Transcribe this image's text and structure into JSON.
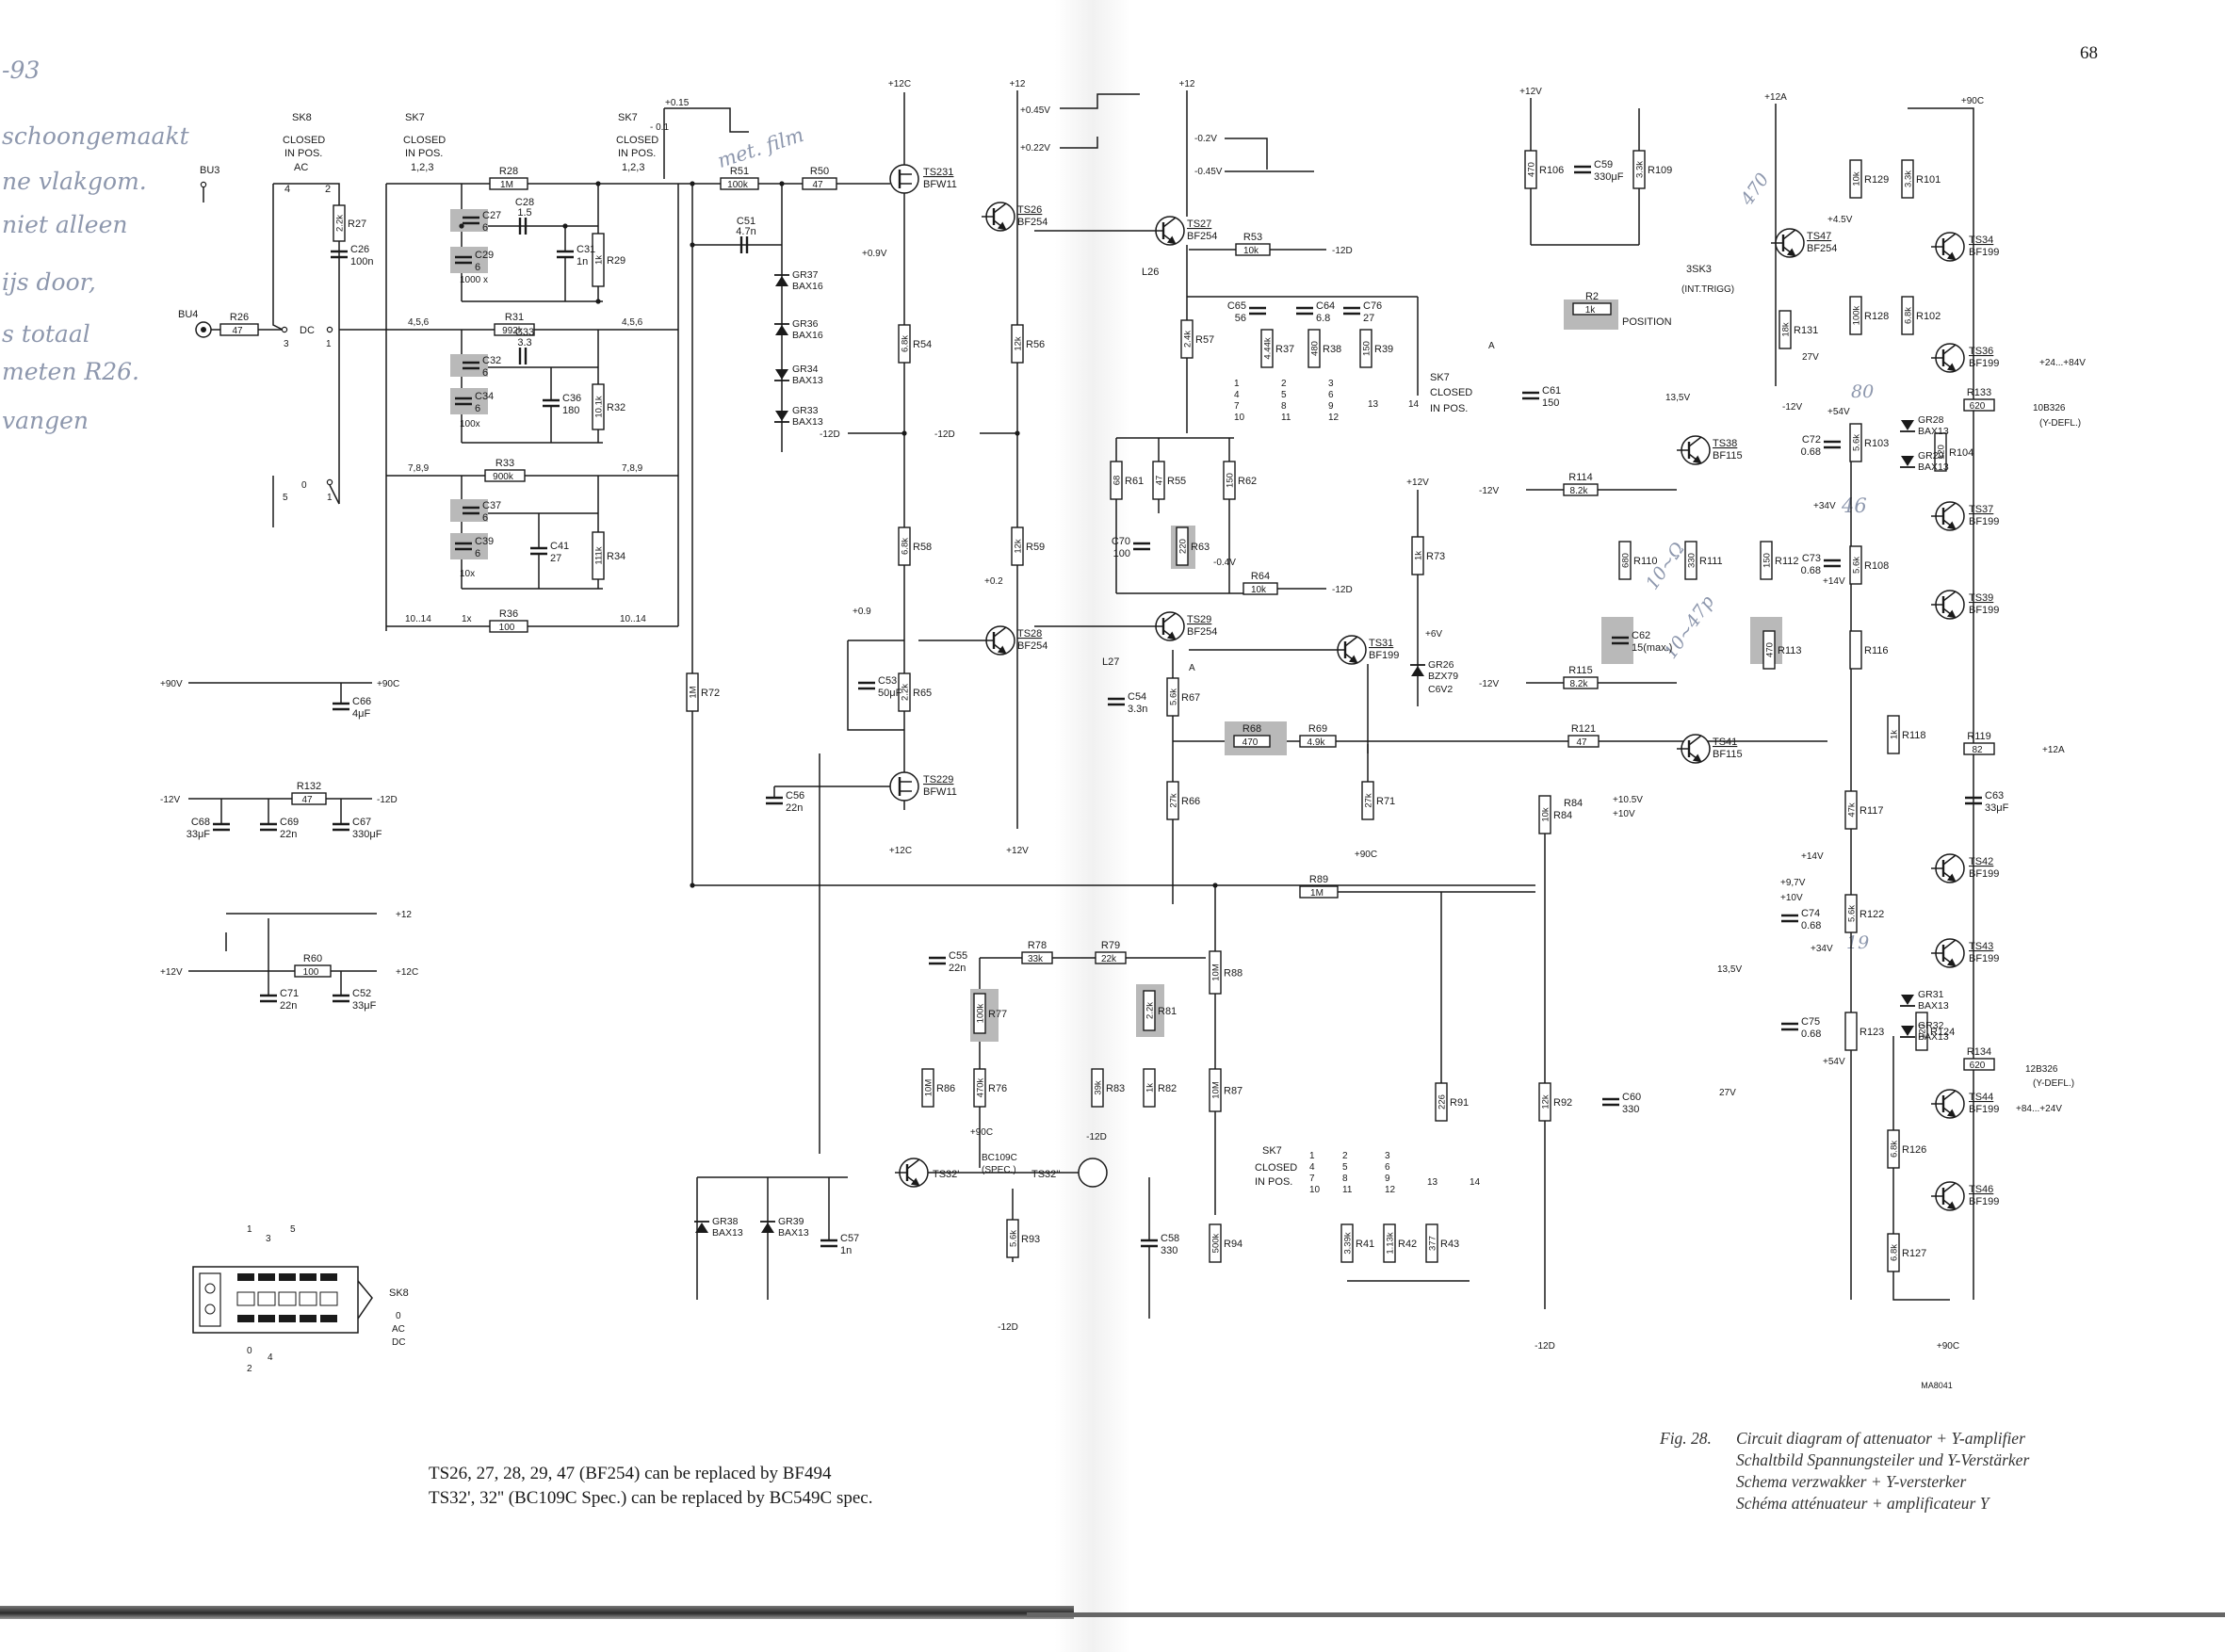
{
  "page": {
    "number": "68",
    "figure_id": "MA8041"
  },
  "notes": {
    "replacement_1": "TS26, 27, 28, 29, 47 (BF254) can be replaced by BF494",
    "replacement_2": "TS32', 32'' (BC109C Spec.) can be replaced by BC549C spec."
  },
  "caption": {
    "number": "Fig. 28.",
    "english": "Circuit diagram of attenuator + Y-amplifier",
    "german": "Schaltbild Spannungsteiler und Y-Verstärker",
    "dutch": "Schema verzwakker + Y-versterker",
    "french": "Schéma atténuateur + amplificateur Y"
  },
  "handwriting": {
    "line_1": "-93",
    "line_2": "schoongemaakt",
    "line_3": "ne vlakgom.",
    "line_4": "niet alleen",
    "line_5": "ijs door,",
    "line_6": "s totaal",
    "line_7": "meten R26.",
    "line_8": "vangen",
    "margin_1": "met. film",
    "margin_2": "470",
    "margin_3": "10~Ω",
    "margin_4": "10~47p",
    "margin_5": "46",
    "margin_6": "80",
    "margin_7": "19"
  },
  "switches": {
    "sk8": {
      "name": "SK8",
      "state": "CLOSED",
      "pos": "IN POS.",
      "mode": "AC",
      "contacts": [
        "4",
        "2"
      ],
      "dc": "DC",
      "dc_pins": [
        "3",
        "1"
      ],
      "pins_05": [
        "0",
        "5",
        "1"
      ]
    },
    "sk7a": {
      "name": "SK7",
      "state": "CLOSED",
      "pos": "IN POS.",
      "pins": "1,2,3"
    },
    "sk7b": {
      "name": "SK7",
      "state": "CLOSED",
      "pos": "IN POS.",
      "pins": "1,2,3"
    },
    "sk7c": {
      "name": "SK7",
      "state": "CLOSED",
      "pos": "IN POS."
    },
    "sk7d": {
      "name": "SK7",
      "state": "CLOSED",
      "pos": "IN POS."
    },
    "sk8_diagram": {
      "name": "SK8",
      "ac": "AC",
      "zero": "0",
      "dc": "DC",
      "pins_top": [
        "1",
        "3",
        "5"
      ],
      "pins_bottom": [
        "0",
        "4",
        "2"
      ]
    }
  },
  "attenuator": {
    "bu3": "BU3",
    "bu4": "BU4",
    "r26": "R26",
    "r26_val": "47",
    "r27": "R27",
    "r27_val": "2.2k",
    "c26": "C26",
    "c26_val": "100n",
    "r28": "R28",
    "r28_val": "1M",
    "c27": "C27",
    "c27_val": "6",
    "c28": "C28",
    "c28_val": "1.5",
    "c29": "C29",
    "c29_val": "6",
    "c31": "C31",
    "c31_val": "1n",
    "r29": "R29",
    "r29_val": "1k",
    "x1000": "1000 x",
    "r31": "R31",
    "r31_val": "992k",
    "c32": "C32",
    "c32_val": "6",
    "c33": "C33",
    "c33_val": "3.3",
    "c34": "C34",
    "c34_val": "6",
    "c36": "C36",
    "c36_val": "180",
    "r32": "R32",
    "r32_val": "10.1k",
    "x100": "100x",
    "r33": "R33",
    "r33_val": "900k",
    "c37": "C37",
    "c37_val": "6",
    "c39": "C39",
    "c39_val": "6",
    "c41": "C41",
    "c41_val": "27",
    "r34": "R34",
    "r34_val": "111k",
    "x10": "10x",
    "r36": "R36",
    "r36_val": "100",
    "x1": "1x",
    "pos_456": "4,5,6",
    "pos_789": "7,8,9",
    "pos_1014": "10..14"
  },
  "input_stage": {
    "p015": "+0.15",
    "m01": "- 0.1",
    "r51": "R51",
    "r51_val": "100k",
    "r50": "R50",
    "r50_val": "47",
    "c51": "C51",
    "c51_val": "4.7n",
    "gr37": "GR37",
    "gr37_type": "BAX16",
    "gr36": "GR36",
    "gr36_type": "BAX16",
    "gr34": "GR34",
    "gr34_type": "BAX13",
    "gr33": "GR33",
    "gr33_type": "BAX13",
    "m12d": "-12D",
    "r72": "R72",
    "r72_val": "1M",
    "c56": "C56",
    "c56_val": "22n",
    "ts231": "TS231",
    "ts231_type": "BFW11",
    "ts229": "TS229",
    "ts229_type": "BFW11",
    "p12c": "+12C",
    "p09v": "+0.9V",
    "p09": "+0.9",
    "r54": "R54",
    "r54_val": "6.8k",
    "r58": "R58",
    "r58_val": "6.8k",
    "c53": "C53",
    "c53_val": "50μF",
    "r65": "R65",
    "r65_val": "2.2k"
  },
  "amplifier": {
    "p12": "+12",
    "p045v": "+0.45V",
    "p022v": "+0.22V",
    "m02v": "-0.2V",
    "m045v": "-0.45V",
    "ts26": "TS26",
    "ts26_type": "BF254",
    "ts27": "TS27",
    "ts27_type": "BF254",
    "ts28": "TS28",
    "ts28_type": "BF254",
    "ts29": "TS29",
    "ts29_type": "BF254",
    "ts31": "TS31",
    "ts31_type": "BF199",
    "r53": "R53",
    "r53_val": "10k",
    "l26": "L26",
    "l27": "L27",
    "r56": "R56",
    "r56_val": "12k",
    "r59": "R59",
    "r59_val": "12k",
    "r57": "R57",
    "r57_val": "2.4k",
    "c65": "C65",
    "c65_val": "56",
    "c64": "C64",
    "c64_val": "6.8",
    "c76": "C76",
    "c76_val": "27",
    "r37": "R37",
    "r37_val": "4.44k",
    "r38": "R38",
    "r38_val": "480",
    "r39": "R39",
    "r39_val": "150",
    "r61": "R61",
    "r61_val": "68",
    "r55": "R55",
    "r55_val": "47",
    "r62": "R62",
    "r62_val": "150",
    "c70": "C70",
    "c70_val": "100",
    "r63": "R63",
    "r63_val": "220",
    "m04v": "-0.4V",
    "r64": "R64",
    "r64_val": "10k",
    "c54": "C54",
    "c54_val": "3.3n",
    "r67": "R67",
    "r67_val": "5.6k",
    "r66": "R66",
    "r66_val": "27k",
    "r68": "R68",
    "r68_val": "470",
    "r69": "R69",
    "r69_val": "4.9k",
    "r73": "R73",
    "r73_val": "1k",
    "p6v": "+6V",
    "gr26": "GR26",
    "gr26_type": "BZX79",
    "gr26_val": "C6V2",
    "r71": "R71",
    "r71_val": "27k",
    "p90c": "+90C",
    "p02": "+0.2",
    "m12v": "-12V",
    "p12v": "+12V",
    "pins_a": [
      "1",
      "4",
      "7",
      "10"
    ],
    "pins_b": [
      "2",
      "5",
      "8",
      "11"
    ],
    "pins_c": [
      "3",
      "6",
      "9",
      "12"
    ],
    "pin_13": "13",
    "pin_14": "14",
    "letter_a": "A"
  },
  "supply": {
    "p90v": "+90V",
    "p90c": "+90C",
    "c66": "C66",
    "c66_val": "4μF",
    "m12v": "-12V",
    "m12d": "-12D",
    "r132": "R132",
    "r132_val": "47",
    "c68": "C68",
    "c68_val": "33μF",
    "c69": "C69",
    "c69_val": "22n",
    "c67": "C67",
    "c67_val": "330μF",
    "p12": "+12",
    "p12v": "+12V",
    "p12c": "+12C",
    "r60": "R60",
    "r60_val": "100",
    "c71": "C71",
    "c71_val": "22n",
    "c52": "C52",
    "c52_val": "33μF"
  },
  "y_shift": {
    "r89": "R89",
    "r89_val": "1M",
    "c55": "C55",
    "c55_val": "22n",
    "r78": "R78",
    "r78_val": "33k",
    "r79": "R79",
    "r79_val": "22k",
    "r77": "R77",
    "r77_val": "100k",
    "r81": "R81",
    "r81_val": "2.2k",
    "r86": "R86",
    "r86_val": "10M",
    "r76": "R76",
    "r76_val": "470k",
    "r83": "R83",
    "r83_val": "39k",
    "r82": "R82",
    "r82_val": "1k",
    "r88": "R88",
    "r88_val": "10M",
    "r87": "R87",
    "r87_val": "10M",
    "ts32a": "TS32'",
    "ts32b": "TS32''",
    "bc109c": "BC109C",
    "spec": "(SPEC.)",
    "r93": "R93",
    "r93_val": "5.6k",
    "c58": "C58",
    "c58_val": "330",
    "r94": "R94",
    "r94_val": "500k",
    "gr38": "GR38",
    "gr38_type": "BAX13",
    "gr39": "GR39",
    "gr39_type": "BAX13",
    "c57": "C57",
    "c57_val": "1n",
    "p90c": "+90C",
    "m12d": "-12D",
    "m12d2": "-12D",
    "r91": "R91",
    "r91_val": "226",
    "r92": "R92",
    "r92_val": "12k",
    "c60": "C60",
    "c60_val": "330",
    "r84": "R84",
    "r84_val": "10k",
    "p105v": "+10.5V",
    "p10v": "+10V",
    "r41": "R41",
    "r41_val": "3.39k",
    "r42": "R42",
    "r42_val": "1.13k",
    "r43": "R43",
    "r43_val": "377"
  },
  "output_stage": {
    "p12v": "+12V",
    "r106": "R106",
    "r106_val": "470",
    "c59": "C59",
    "c59_val": "330μF",
    "r109": "R109",
    "r109_val": "3.3k",
    "r2": "R2",
    "r2_val": "1k",
    "position": "POSITION",
    "c61": "C61",
    "c61_val": "150",
    "p12a": "+12A",
    "p90c": "+90C",
    "r129": "R129",
    "r129_val": "10k",
    "r101": "R101",
    "r101_val": "3.3k",
    "ts47": "TS47",
    "ts47_type": "BF254",
    "p45v": "+4.5V",
    "sk3": "3SK3",
    "int_trigg": "(INT.TRIGG)",
    "r131": "R131",
    "r131_val": "18k",
    "r128": "R128",
    "r128_val": "100k",
    "r102": "R102",
    "r102_val": "6.8k",
    "ts34": "TS34",
    "ts34_type": "BF199",
    "ts36": "TS36",
    "ts36_type": "BF199",
    "v27": "27V",
    "v135": "13,5V",
    "m12v": "-12V",
    "p54v": "+54V",
    "c72": "C72",
    "c72_val": "0.68",
    "r103": "R103",
    "r103_val": "5.6k",
    "gr28": "GR28",
    "gr28_type": "BAX13",
    "gr29": "GR29",
    "gr29_type": "BAX13",
    "r104": "R104",
    "r104_val": "120",
    "r133": "R133",
    "r133_val": "620",
    "p24_84": "+24...+84V",
    "out1": "10B326",
    "ydefl1": "(Y-DEFL.)",
    "ts38": "TS38",
    "ts38_type": "BF115",
    "r114": "R114",
    "r114_val": "8.2k",
    "ts37": "TS37",
    "ts37_type": "BF199",
    "p34v": "+34V",
    "r110": "R110",
    "r110_val": "680",
    "r111": "R111",
    "r111_val": "330",
    "r112": "R112",
    "r112_val": "150",
    "c73": "C73",
    "c73_val": "0.68",
    "r108": "R108",
    "r108_val": "5.6k",
    "p14v": "+14V",
    "ts39": "TS39",
    "ts39_type": "BF199",
    "c62": "C62",
    "c62_val": "15(max.)",
    "r113": "R113",
    "r113_val": "470",
    "r116": "R116",
    "r115": "R115",
    "r115_val": "8.2k",
    "r121": "R121",
    "r121_val": "47",
    "ts41": "TS41",
    "ts41_type": "BF115",
    "r118": "R118",
    "r118_val": "1k",
    "r119": "R119",
    "r119_val": "82",
    "c63": "C63",
    "c63_val": "33μF",
    "r117": "R117",
    "r117_val": "47k",
    "p14v2": "+14V",
    "p97v": "+9,7V",
    "p10v": "+10V",
    "c74": "C74",
    "c74_val": "0.68",
    "ts42": "TS42",
    "ts42_type": "BF199",
    "r122": "R122",
    "r122_val": "5.6k",
    "p34v2": "+34V",
    "ts43": "TS43",
    "ts43_type": "BF199",
    "v135b": "13,5V",
    "gr31": "GR31",
    "gr31_type": "BAX13",
    "gr32": "GR32",
    "gr32_type": "BAX13",
    "c75": "C75",
    "c75_val": "0.68",
    "r123": "R123",
    "r124": "R124",
    "r124_val": "120",
    "r134": "R134",
    "r134_val": "620",
    "out2": "12B326",
    "ydefl2": "(Y-DEFL.)",
    "p84_24": "+84...+24V",
    "p54v2": "+54V",
    "v27b": "27V",
    "ts44": "TS44",
    "ts44_type": "BF199",
    "r126": "R126",
    "r126_val": "6.8k",
    "ts46": "TS46",
    "ts46_type": "BF199",
    "r127": "R127",
    "r127_val": "6.8k",
    "p90c2": "+90C",
    "m12v2": "-12V",
    "m12d": "-12D"
  }
}
